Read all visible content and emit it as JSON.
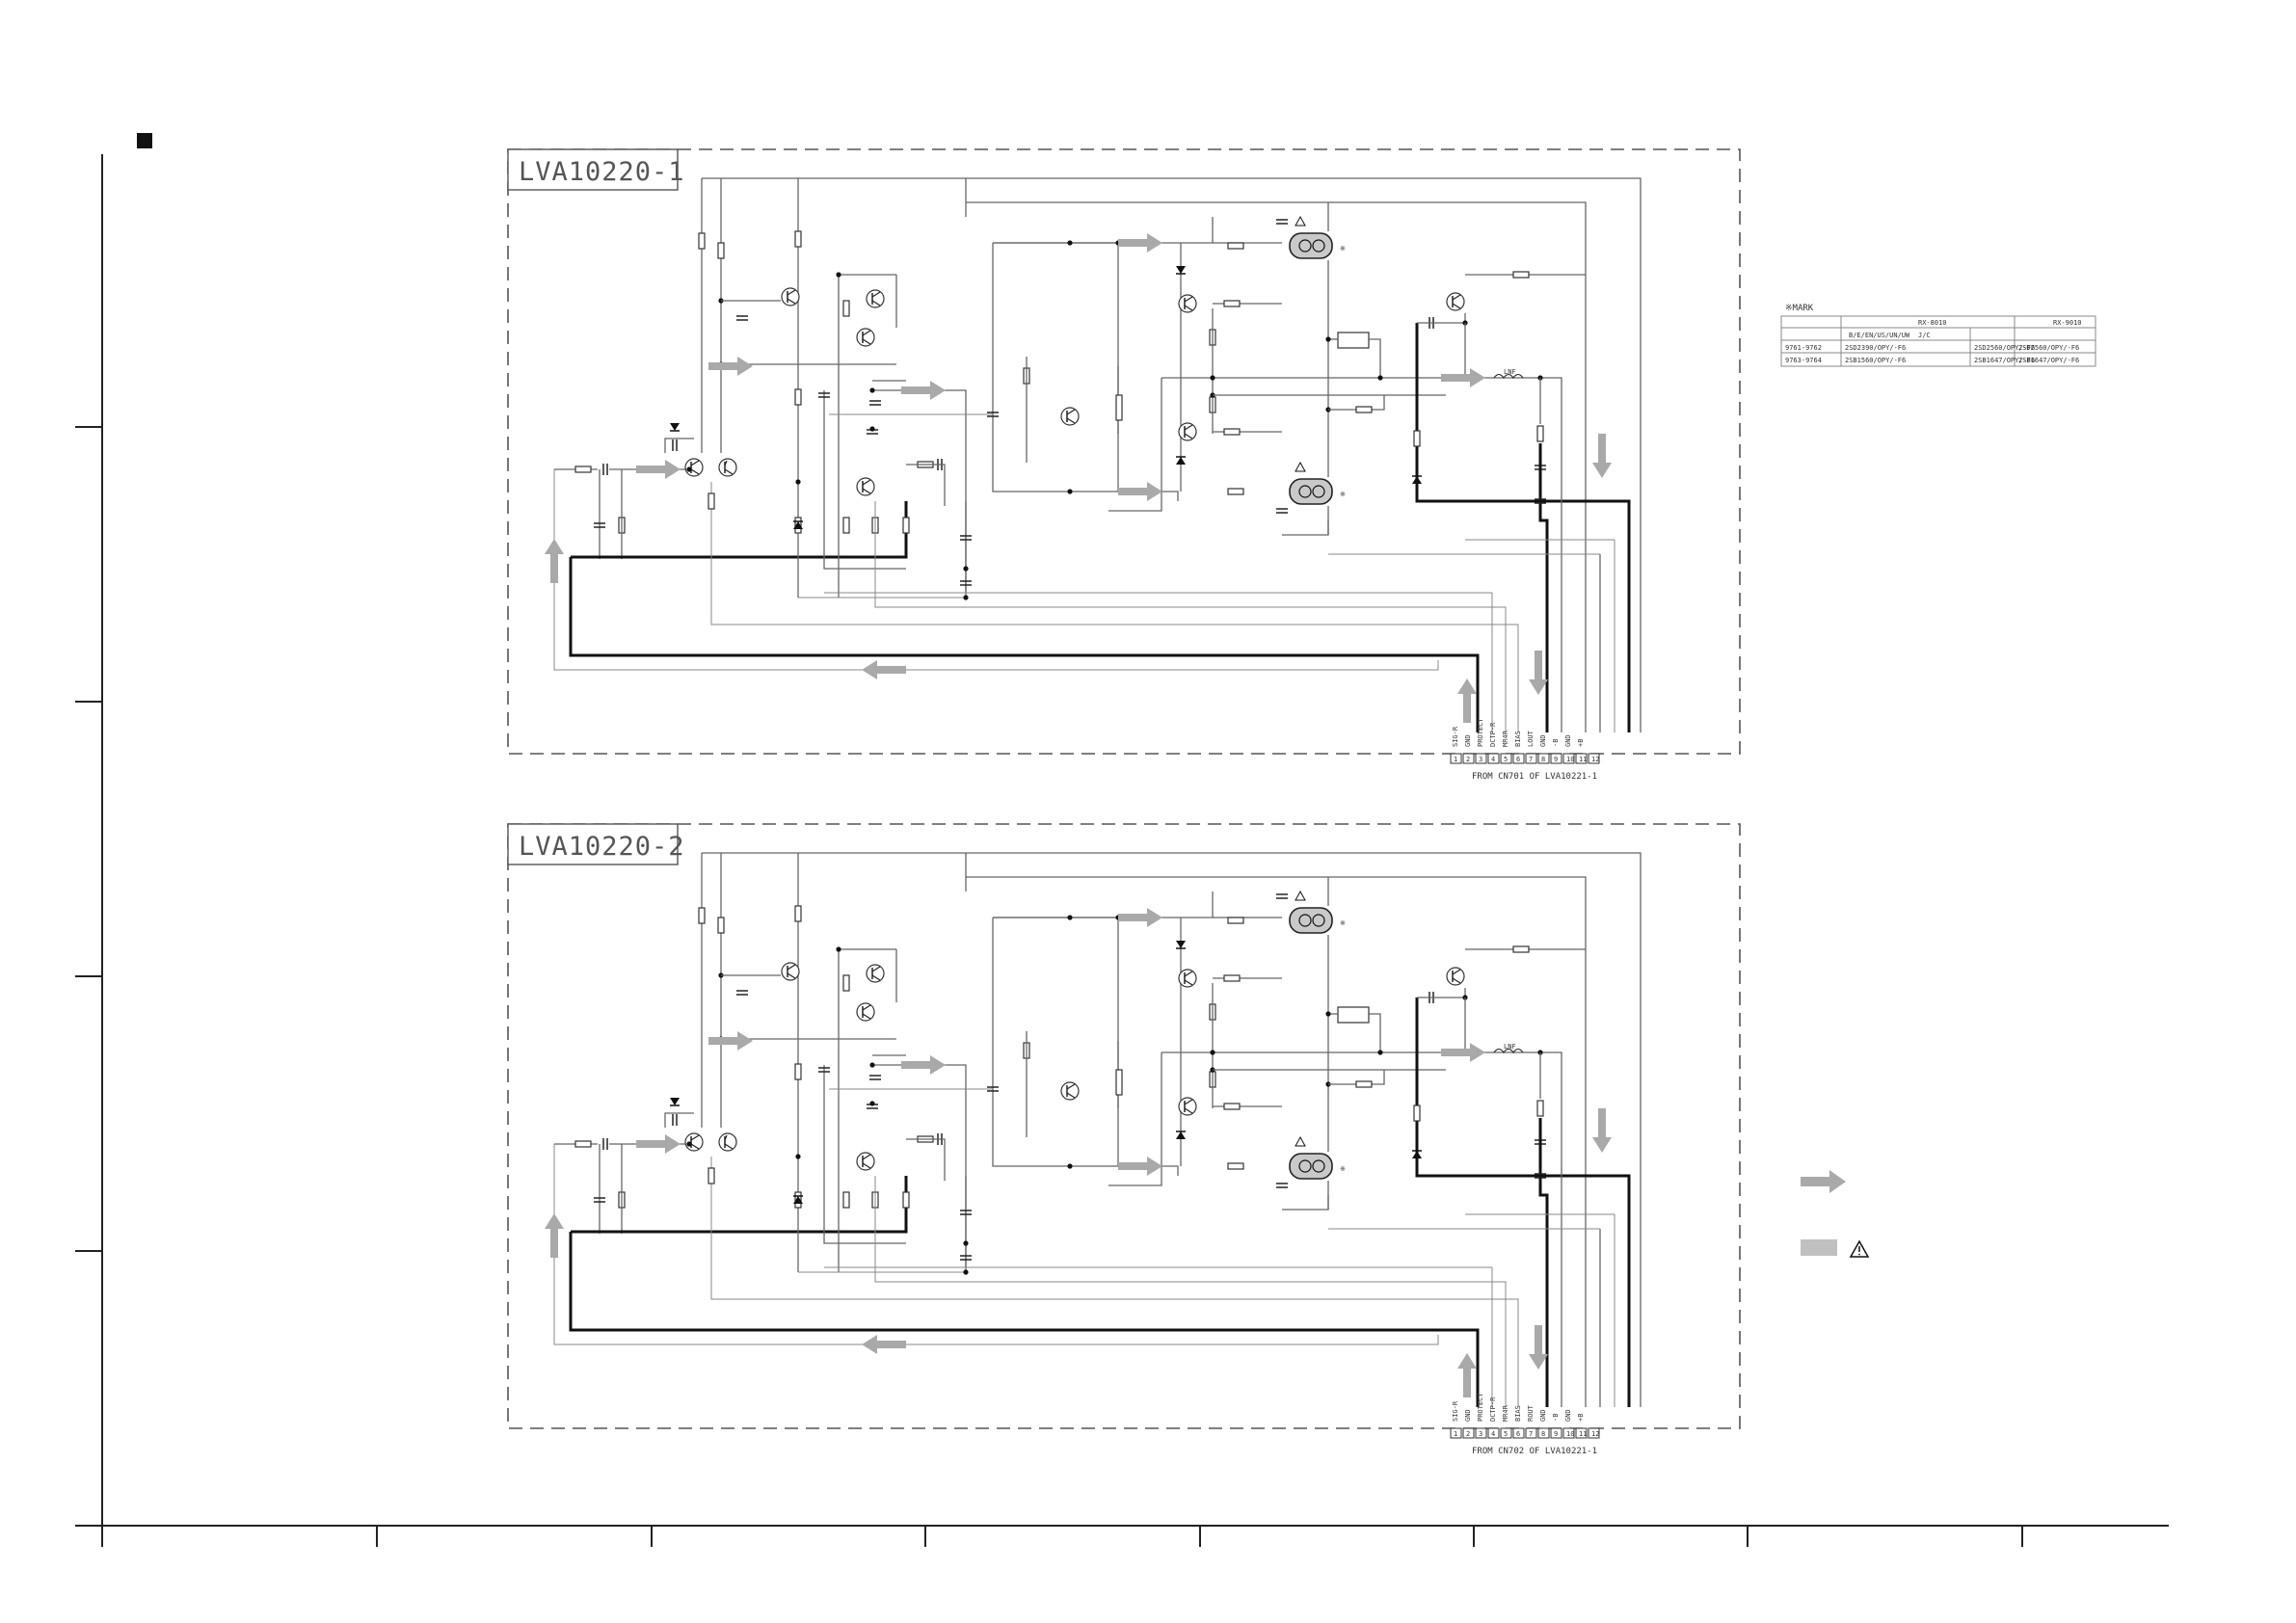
{
  "panels": [
    {
      "label": "LVA10220-1",
      "footer": "FROM CN701 OF LVA10221-1",
      "pins": [
        "1",
        "2",
        "3",
        "4",
        "5",
        "6",
        "7",
        "8",
        "9",
        "10",
        "11",
        "12"
      ],
      "pin_signals": [
        "SIG-R",
        "GND",
        "PROTECT",
        "DCTP-R",
        "MR4R",
        "BIAS",
        "LOUT",
        "GND",
        "-B",
        "GND",
        "+B",
        ""
      ]
    },
    {
      "label": "LVA10220-2",
      "footer": "FROM CN702 OF LVA10221-1",
      "pins": [
        "1",
        "2",
        "3",
        "4",
        "5",
        "6",
        "7",
        "8",
        "9",
        "10",
        "11",
        "12"
      ],
      "pin_signals": [
        "SIG-R",
        "GND",
        "PROTECT",
        "DCTP-R",
        "MR4R",
        "BIAS",
        "ROUT",
        "GND",
        "-B",
        "GND",
        "+B",
        ""
      ]
    }
  ],
  "mark_table": {
    "title": "※MARK",
    "header_row1": [
      "",
      "RX-8010",
      "",
      "RX-9010"
    ],
    "header_row2": [
      "",
      "B/E/EN/US/UN/UW",
      "J/C",
      ""
    ],
    "rows": [
      [
        "9761-9762",
        "2SD2390/OPY/-F6",
        "2SD2560/OPY/-F6",
        "2SD2560/OPY/-F6"
      ],
      [
        "9763-9764",
        "2SB1560/OPY/-F6",
        "2SB1647/OPY/-F6",
        "2SB1647/OPY/-F6"
      ]
    ]
  },
  "legend": {
    "arrow_icon": "signal-flow-arrow-icon",
    "safety_icon": "warning-triangle-icon"
  },
  "colors": {
    "arrow": "#a9a9a9",
    "line": "#666666",
    "bold_line": "#111111"
  }
}
